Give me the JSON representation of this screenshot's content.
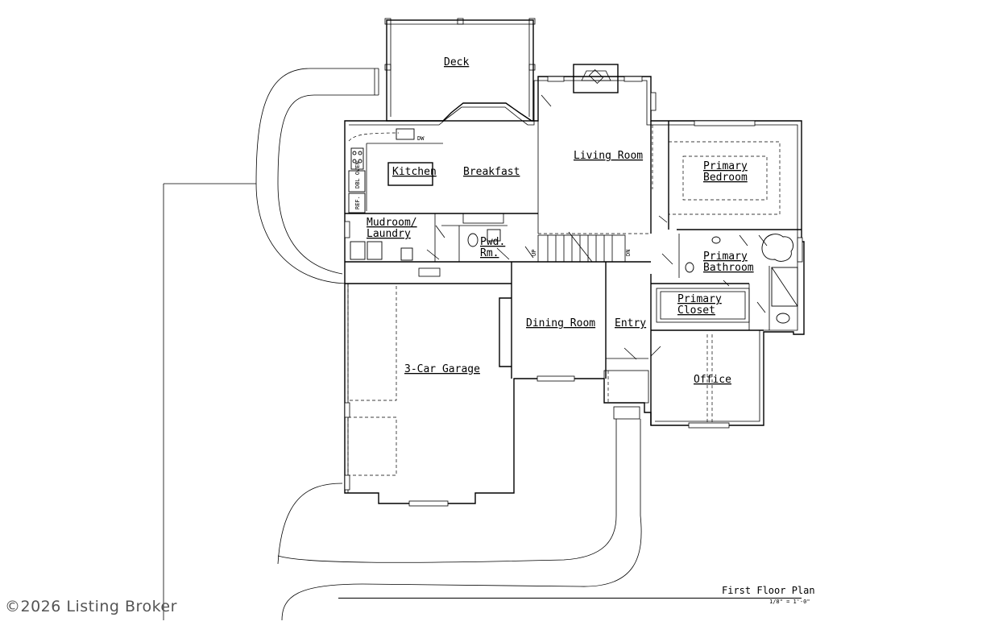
{
  "rooms": {
    "deck": "Deck",
    "kitchen": "Kitchen",
    "breakfast": "Breakfast",
    "living_room": "Living Room",
    "primary_bedroom_1": "Primary",
    "primary_bedroom_2": "Bedroom",
    "mudroom_1": "Mudroom/",
    "mudroom_2": "Laundry",
    "powder_1": "Pwd.",
    "powder_2": "Rm.",
    "primary_bath_1": "Primary",
    "primary_bath_2": "Bathroom",
    "primary_closet_1": "Primary",
    "primary_closet_2": "Closet",
    "dining_room": "Dining Room",
    "entry": "Entry",
    "garage": "3-Car Garage",
    "office": "Office"
  },
  "fixtures": {
    "dw": "DW",
    "dbl_oven": "DBL OVEN",
    "ref": "REF.",
    "up": "UP",
    "dn": "DN"
  },
  "title_block": {
    "title": "First Floor Plan",
    "scale": "1/8\" = 1'-0\""
  },
  "copyright": "©2026 Listing Broker"
}
